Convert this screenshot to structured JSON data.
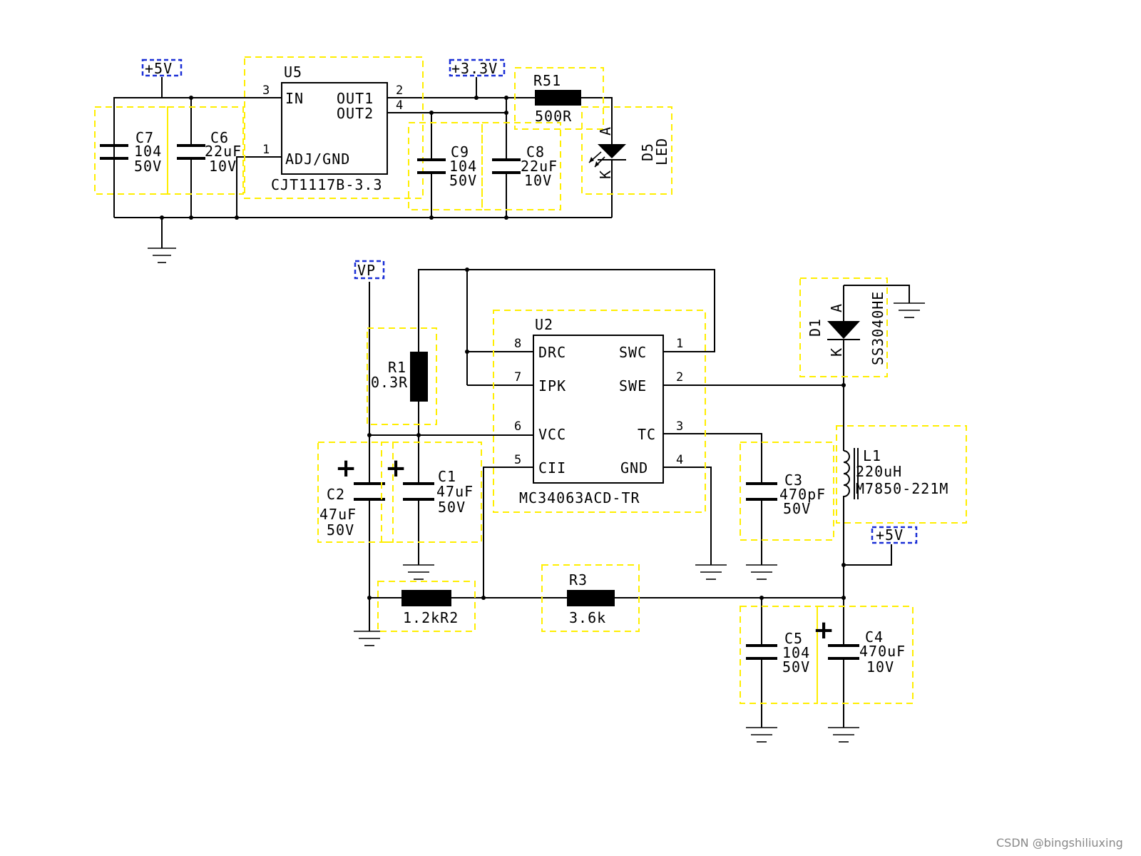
{
  "top": {
    "vin_label": "+5V",
    "vout_label": "+3.3V",
    "u5": {
      "ref": "U5",
      "part": "CJT1117B-3.3",
      "pin_in": "IN",
      "pin_out1": "OUT1",
      "pin_out2": "OUT2",
      "pin_adj": "ADJ/GND",
      "pin_in_num": "3",
      "pin_out1_num": "2",
      "pin_out2_num": "4",
      "pin_adj_num": "1"
    },
    "c7": {
      "ref": "C7",
      "value": "104",
      "voltage": "50V"
    },
    "c6": {
      "ref": "C6",
      "value": "22uF",
      "voltage": "10V"
    },
    "c9": {
      "ref": "C9",
      "value": "104",
      "voltage": "50V"
    },
    "c8": {
      "ref": "C8",
      "value": "22uF",
      "voltage": "10V"
    },
    "r51": {
      "ref": "R51",
      "value": "500R"
    },
    "d5": {
      "ref": "D5",
      "value": "LED",
      "pin_a": "A",
      "pin_k": "K"
    }
  },
  "bottom": {
    "vin_label": "VP",
    "vout_label": "+5V",
    "u2": {
      "ref": "U2",
      "part": "MC34063ACD-TR",
      "pins": {
        "drc": "DRC",
        "ipk": "IPK",
        "vcc": "VCC",
        "cii": "CII",
        "swc": "SWC",
        "swe": "SWE",
        "tc": "TC",
        "gnd": "GND",
        "n8": "8",
        "n7": "7",
        "n6": "6",
        "n5": "5",
        "n1": "1",
        "n2": "2",
        "n3": "3",
        "n4": "4"
      }
    },
    "r1": {
      "ref": "R1",
      "value": "0.3R"
    },
    "c2": {
      "ref": "C2",
      "value": "47uF",
      "voltage": "50V",
      "polarity": "+"
    },
    "c1": {
      "ref": "C1",
      "value": "47uF",
      "voltage": "50V",
      "polarity": "+"
    },
    "c3": {
      "ref": "C3",
      "value": "470pF",
      "voltage": "50V"
    },
    "d1": {
      "ref": "D1",
      "value": "SS3040HE",
      "pin_a": "A",
      "pin_k": "K"
    },
    "l1": {
      "ref": "L1",
      "value": "220uH",
      "part": "M7850-221M"
    },
    "r2": {
      "value_ref": "1.2kR2"
    },
    "r3": {
      "ref": "R3",
      "value": "3.6k"
    },
    "c5": {
      "ref": "C5",
      "value": "104",
      "voltage": "50V"
    },
    "c4": {
      "ref": "C4",
      "value": "470uF",
      "voltage": "10V",
      "polarity": "+"
    }
  },
  "watermark": "CSDN @bingshiliuxing",
  "colors": {
    "highlight_box": "#ffee00",
    "net_label_box": "#1a2fd6",
    "wire": "#000000"
  }
}
